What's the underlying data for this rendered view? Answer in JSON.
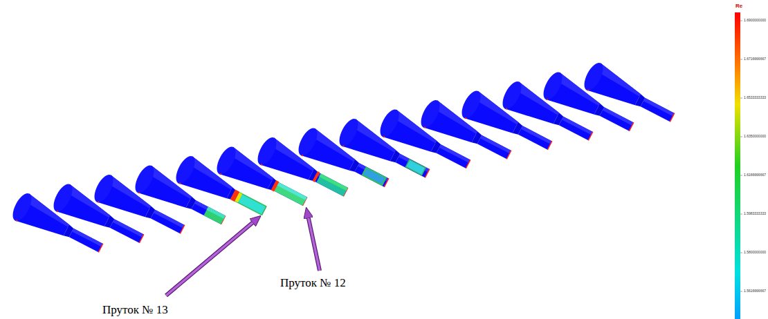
{
  "diagram": {
    "labels": [
      "Re",
      "1.6900000000",
      "1.6716666667",
      "1.6533333333",
      "1.6350000000",
      "1.6166666667",
      "1.5983333333",
      "1.5800000000",
      "1.5616666667",
      "Пруток № 12",
      "Пруток № 13"
    ]
  }
}
